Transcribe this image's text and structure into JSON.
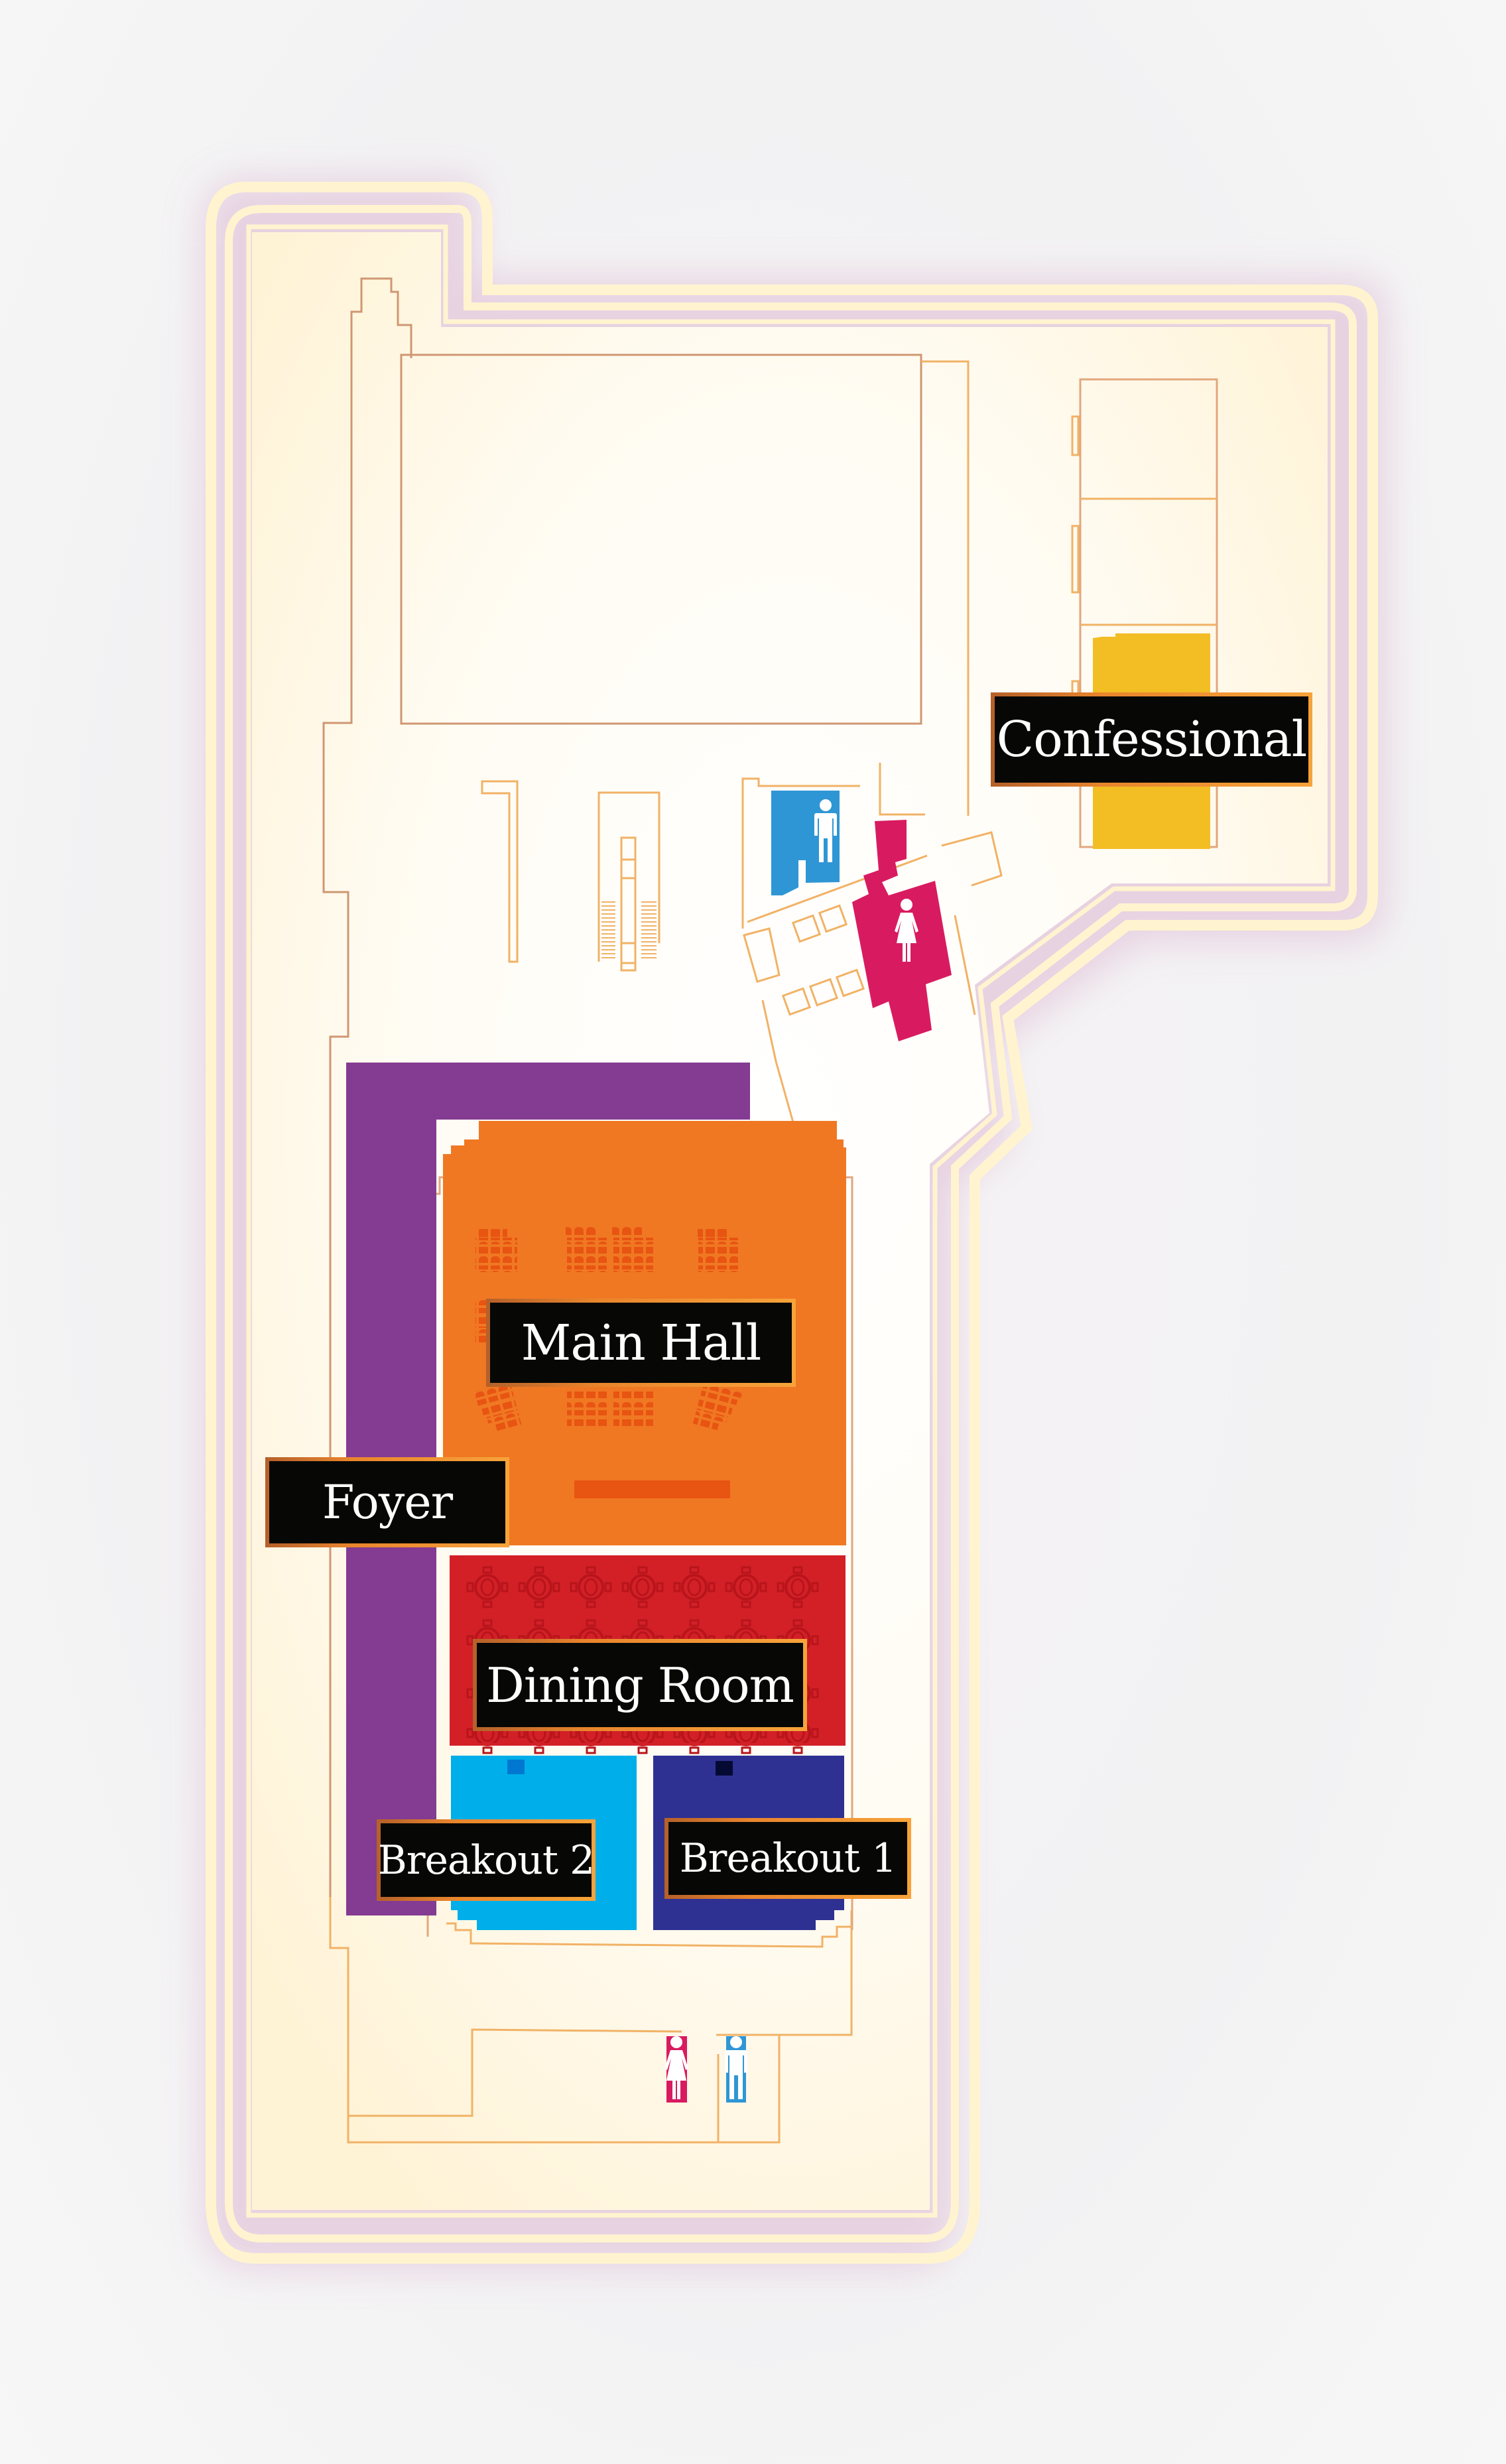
{
  "map": {
    "rooms": [
      {
        "id": "confessional",
        "label": "Confessional",
        "color": "#f3bd24"
      },
      {
        "id": "main-hall",
        "label": "Main Hall",
        "color": "#f07823"
      },
      {
        "id": "foyer",
        "label": "Foyer",
        "color": "#843b92"
      },
      {
        "id": "dining-room",
        "label": "Dining Room",
        "color": "#d32027"
      },
      {
        "id": "breakout-2",
        "label": "Breakout 2",
        "color": "#00aeea"
      },
      {
        "id": "breakout-1",
        "label": "Breakout 1",
        "color": "#2e3192"
      }
    ],
    "restrooms": [
      {
        "id": "mens-upper",
        "type": "men",
        "color": "#2f96d5"
      },
      {
        "id": "womens-upper",
        "type": "women",
        "color": "#d81b60"
      },
      {
        "id": "womens-lower",
        "type": "women",
        "color": "#d81b60"
      },
      {
        "id": "mens-lower",
        "type": "men",
        "color": "#2f96d5"
      }
    ],
    "colors": {
      "floor": "#fffbf2",
      "wall_line": "#f5b766",
      "label_bg": "#070806",
      "label_border_start": "#b5602a",
      "label_border_end": "#f7a33a",
      "seat": "#e85412"
    }
  }
}
